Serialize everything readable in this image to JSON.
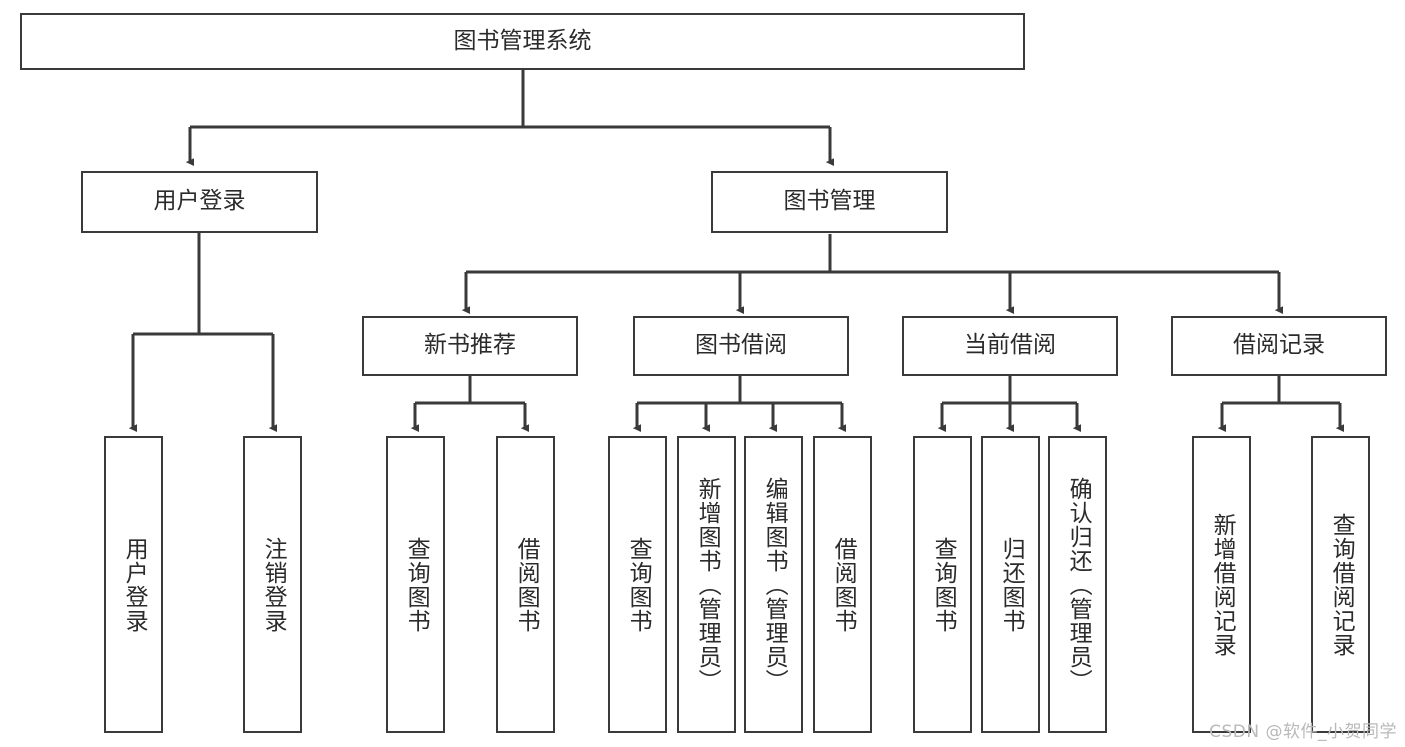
{
  "diagram": {
    "title": "图书管理系统",
    "type": "tree",
    "root": {
      "id": "root",
      "label": "图书管理系统",
      "orientation": "horizontal"
    },
    "level2": [
      {
        "id": "user-login",
        "label": "用户登录",
        "orientation": "horizontal"
      },
      {
        "id": "book-management",
        "label": "图书管理",
        "orientation": "horizontal"
      }
    ],
    "level3": [
      {
        "id": "new-book-recommend",
        "label": "新书推荐",
        "orientation": "horizontal",
        "parent": "book-management"
      },
      {
        "id": "book-borrow",
        "label": "图书借阅",
        "orientation": "horizontal",
        "parent": "book-management"
      },
      {
        "id": "current-borrow",
        "label": "当前借阅",
        "orientation": "horizontal",
        "parent": "book-management"
      },
      {
        "id": "borrow-record",
        "label": "借阅记录",
        "orientation": "horizontal",
        "parent": "book-management"
      }
    ],
    "leaves": [
      {
        "id": "leaf-user-login",
        "label": "用户登录",
        "orientation": "vertical",
        "parent": "user-login"
      },
      {
        "id": "leaf-logout-login",
        "label": "注销登录",
        "orientation": "vertical",
        "parent": "user-login"
      },
      {
        "id": "leaf-query-book-1",
        "label": "查询图书",
        "orientation": "vertical",
        "parent": "new-book-recommend"
      },
      {
        "id": "leaf-borrow-book-1",
        "label": "借阅图书",
        "orientation": "vertical",
        "parent": "new-book-recommend"
      },
      {
        "id": "leaf-query-book-2",
        "label": "查询图书",
        "orientation": "vertical",
        "parent": "book-borrow"
      },
      {
        "id": "leaf-add-book",
        "label": "新增图书（管理员）",
        "orientation": "vertical",
        "parent": "book-borrow"
      },
      {
        "id": "leaf-edit-book",
        "label": "编辑图书（管理员）",
        "orientation": "vertical",
        "parent": "book-borrow"
      },
      {
        "id": "leaf-borrow-book-2",
        "label": "借阅图书",
        "orientation": "vertical",
        "parent": "book-borrow"
      },
      {
        "id": "leaf-query-book-3",
        "label": "查询图书",
        "orientation": "vertical",
        "parent": "current-borrow"
      },
      {
        "id": "leaf-return-book",
        "label": "归还图书",
        "orientation": "vertical",
        "parent": "current-borrow"
      },
      {
        "id": "leaf-confirm-return",
        "label": "确认归还（管理员）",
        "orientation": "vertical",
        "parent": "current-borrow"
      },
      {
        "id": "leaf-add-record",
        "label": "新增借阅记录",
        "orientation": "vertical",
        "parent": "borrow-record"
      },
      {
        "id": "leaf-query-record",
        "label": "查询借阅记录",
        "orientation": "vertical",
        "parent": "borrow-record"
      }
    ],
    "colors": {
      "stroke": "#3a3a3a",
      "text": "#2b2b2b",
      "background": "#ffffff",
      "watermark": "#b9b9b9"
    }
  },
  "watermark": {
    "text": "CSDN @软件_小贺同学"
  }
}
